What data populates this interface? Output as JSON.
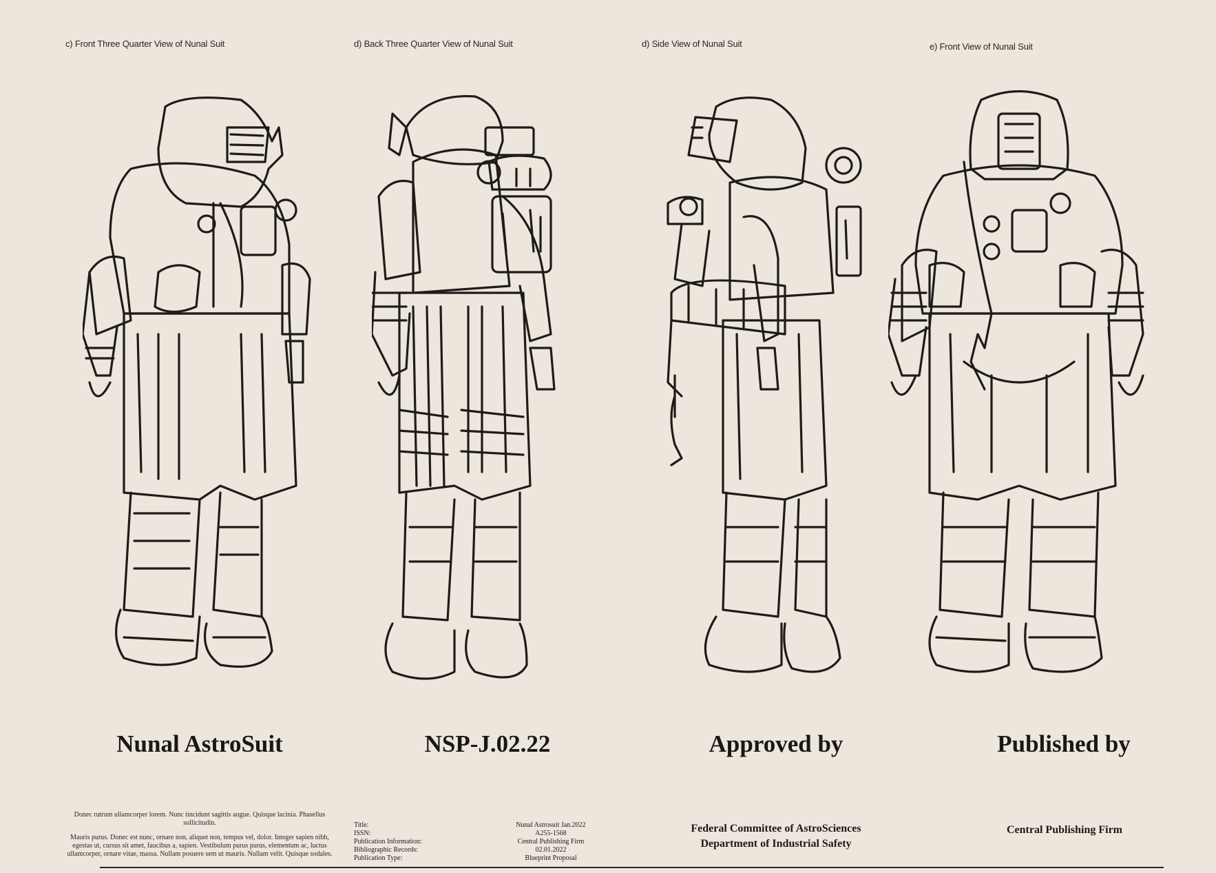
{
  "captions": [
    "c) Front Three Quarter View of Nunal Suit",
    "d) Back Three Quarter View of Nunal Suit",
    "d) Side View of Nunal Suit",
    "e) Front View of Nunal Suit"
  ],
  "titles": [
    "Nunal AstroSuit",
    "NSP-J.02.22",
    "Approved by",
    "Published by"
  ],
  "description": {
    "para1": "Donec rutrum ullamcorper lorem. Nunc tincidunt sagittis augue. Quisque lacinia. Phasellus sollicitudin.",
    "para2": "Mauris purus. Donec est nunc, ornare non, aliquet non, tempus vel, dolor. Integer sapien nibh, egestas ut, cursus sit amet, faucibus a, sapien. Vestibulum purus purus, elementum ac, luctus ullamcorper, ornare vitae, massa. Nullam posuere sem ut mauris. Nullam velit. Quisque sodales."
  },
  "metadata": {
    "labels": [
      "Title:",
      "ISSN:",
      "Publication Information:",
      "Bibliographic Records:",
      "Publication Type:"
    ],
    "values": [
      "Nunal Astrosuit Jan.2022",
      "A255-1568",
      "Central Publishing Firm",
      "02.01.2022",
      "Blueprint Proposal"
    ]
  },
  "approved_by": {
    "line1": "Federal Committee of AstroSciences",
    "line2": "Department of Industrial Safety"
  },
  "published_by": "Central Publishing Firm"
}
